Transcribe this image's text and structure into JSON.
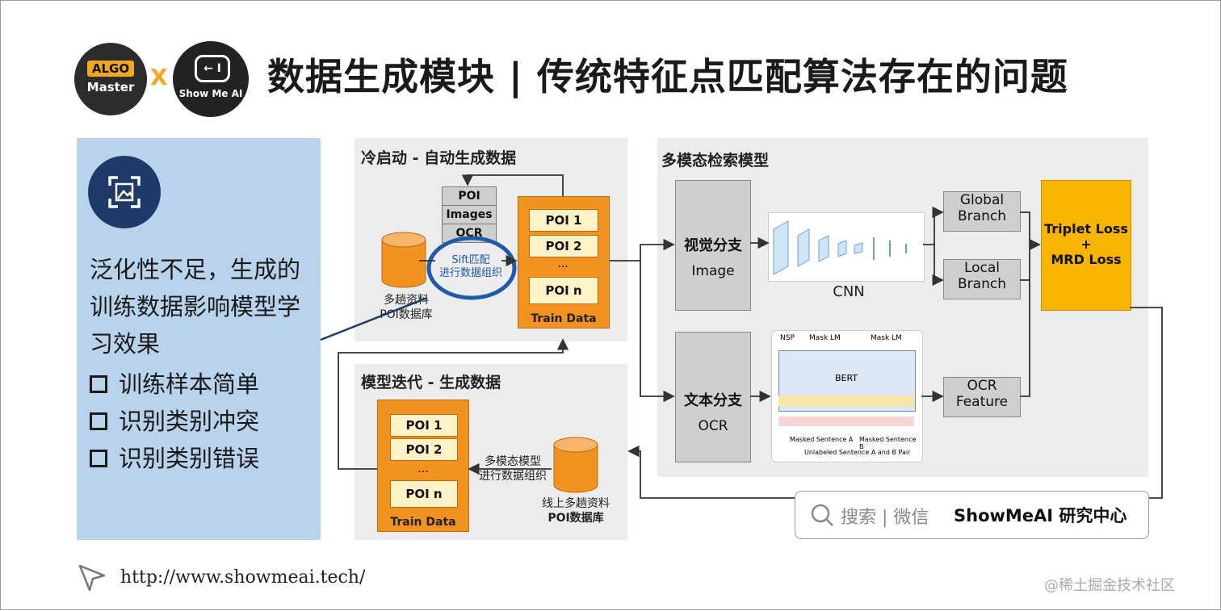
{
  "logos": {
    "algo": "ALGO",
    "master": "Master",
    "x": "X",
    "showme_face": "← I",
    "showme": "Show Me AI"
  },
  "title": "数据生成模块 | 传统特征点匹配算法存在的问题",
  "sidebar": {
    "icon": "image-frame-icon",
    "text": "泛化性不足，生成的训练数据影响模型学习效果",
    "bullets": [
      "训练样本简单",
      "识别类别冲突",
      "识别类别错误"
    ]
  },
  "cold_start": {
    "title": "冷启动 - 自动生成数据",
    "stack": [
      "POI",
      "Images",
      "OCR"
    ],
    "db_label_1": "多趟资料",
    "db_label_2": "POI数据库",
    "sift_1": "Sift匹配",
    "sift_2": "进行数据组织",
    "docs": [
      "POI 1",
      "POI 2",
      "...",
      "POI n"
    ],
    "train": "Train Data"
  },
  "iterate": {
    "title": "模型迭代 - 生成数据",
    "docs": [
      "POI 1",
      "POI 2",
      "...",
      "POI n"
    ],
    "train": "Train Data",
    "org_1": "多模态模型",
    "org_2": "进行数据组织",
    "db_label_1": "线上多趟资料",
    "db_label_2": "POI数据库"
  },
  "retrieval": {
    "title": "多模态检索模型",
    "vis_1": "视觉分支",
    "vis_2": "Image",
    "txt_1": "文本分支",
    "txt_2": "OCR",
    "cnn": "CNN",
    "global_1": "Global",
    "global_2": "Branch",
    "local_1": "Local",
    "local_2": "Branch",
    "ocr_1": "OCR",
    "ocr_2": "Feature",
    "loss_1": "Triplet Loss",
    "loss_2": "+",
    "loss_3": "MRD Loss",
    "bert": "BERT",
    "nsp": "NSP",
    "mask1": "Mask LM",
    "mask2": "Mask LM",
    "sentA": "Masked Sentence A",
    "sentB": "Masked Sentence B",
    "pair": "Unlabeled Sentence A and B Pair"
  },
  "wechat": {
    "search": "搜索 | 微信",
    "brand": "ShowMeAI 研究中心"
  },
  "footer": {
    "url": "http://www.showmeai.tech/"
  },
  "watermark": "@稀土掘金技术社区",
  "colors": {
    "orange": "#f29220",
    "sidebar": "#b9d3ec",
    "loss": "#f7b500",
    "navy": "#1f3a68"
  }
}
